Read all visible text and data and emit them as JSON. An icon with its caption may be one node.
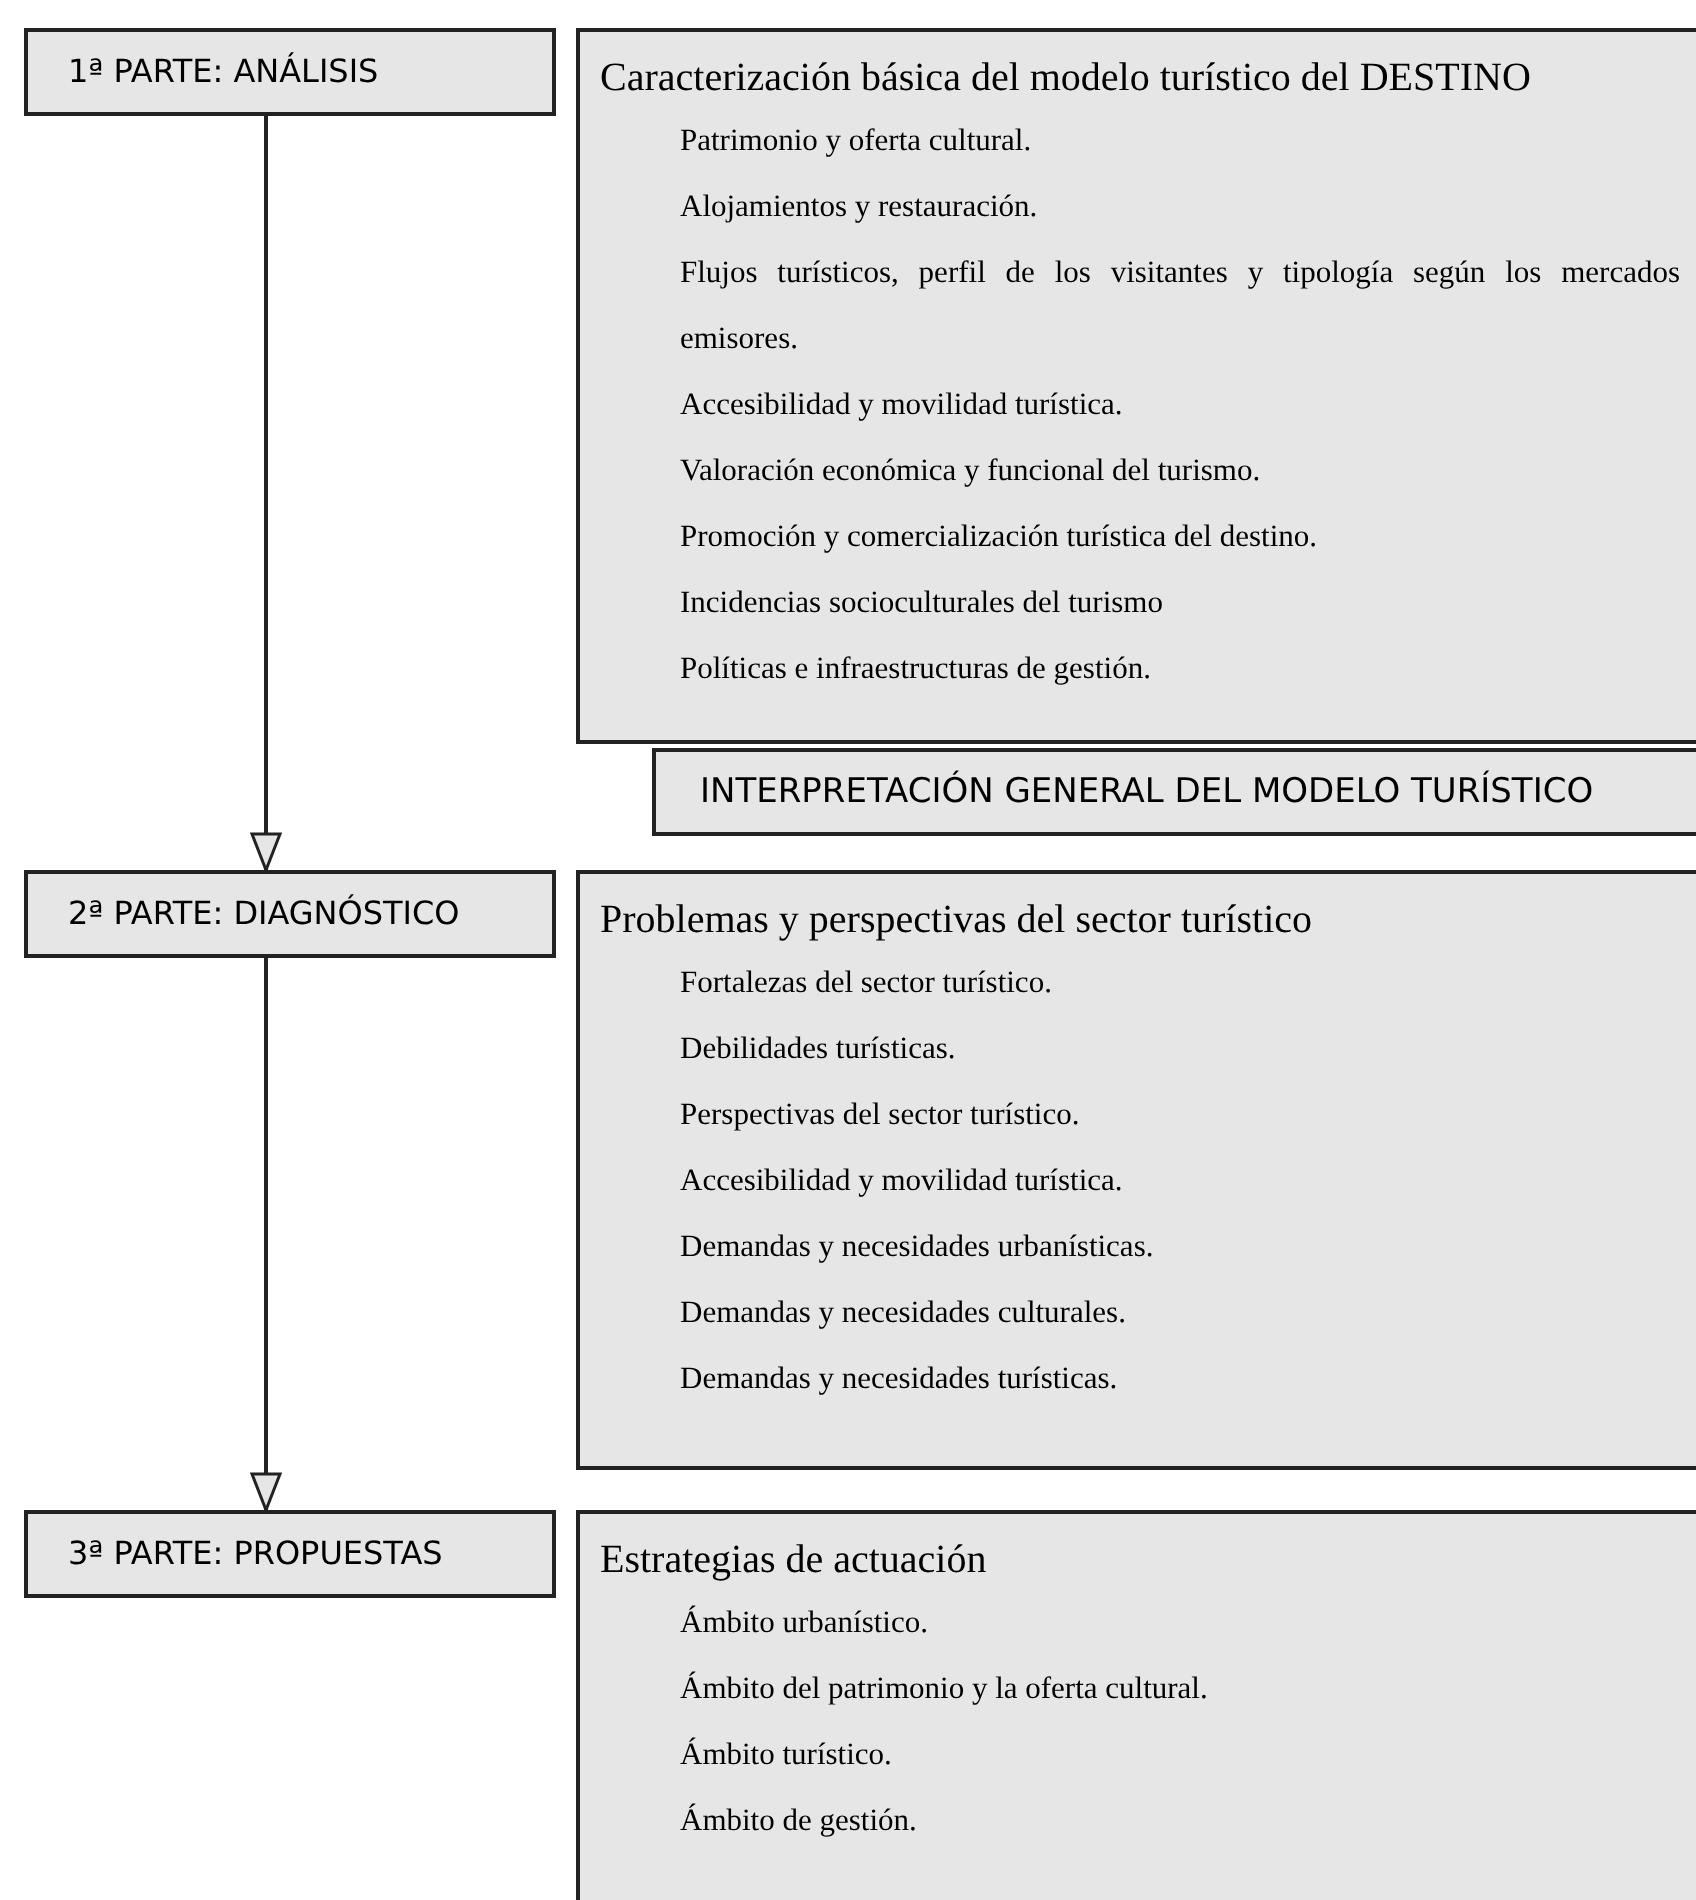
{
  "diagram": {
    "nodes": [
      {
        "text": [
          "1ª PARTE: ANÁLISIS"
        ]
      },
      {
        "text": [
          "Caracterización básica del modelo turístico del DESTINO",
          "Patrimonio y oferta cultural.",
          "Alojamientos y restauración.",
          "Flujos turísticos, perfil de los visitantes y tipología según los mercados emisores.",
          "Accesibilidad y movilidad turística.",
          "Valoración económica y funcional del turismo.",
          "Promoción y comercialización turística del destino.",
          "Incidencias socioculturales del turismo",
          "Políticas e infraestructuras de gestión."
        ]
      },
      {
        "text": [
          "INTERPRETACIÓN GENERAL DEL MODELO TURÍSTICO"
        ]
      },
      {
        "text": [
          "2ª PARTE: DIAGNÓSTICO"
        ]
      },
      {
        "text": [
          "Problemas y perspectivas del sector turístico",
          "Fortalezas del sector turístico.",
          "Debilidades turísticas.",
          "Perspectivas del sector turístico.",
          "Accesibilidad y movilidad turística.",
          "Demandas y necesidades urbanísticas.",
          "Demandas y necesidades culturales.",
          "Demandas y necesidades turísticas."
        ]
      },
      {
        "text": [
          "3ª PARTE: PROPUESTAS"
        ]
      },
      {
        "text": [
          "Estrategias de actuación",
          "Ámbito urbanístico.",
          "Ámbito del patrimonio y la oferta cultural.",
          "Ámbito turístico.",
          "Ámbito de gestión."
        ]
      }
    ],
    "edges": [
      {
        "from": 0,
        "to": 3,
        "arrow": "to"
      },
      {
        "from": 3,
        "to": 5,
        "arrow": "to"
      }
    ]
  }
}
